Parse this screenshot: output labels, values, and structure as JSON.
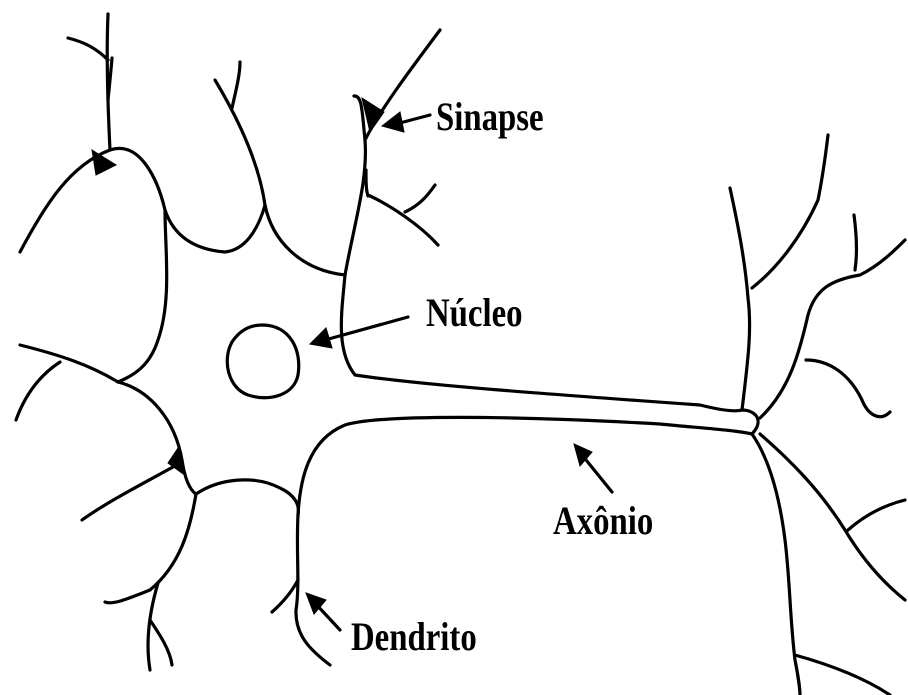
{
  "labels": {
    "sinapse": "Sinapse",
    "nucleo": "Núcleo",
    "axonio": "Axônio",
    "dendrito": "Dendrito"
  },
  "colors": {
    "line": "#000000",
    "background": "#ffffff"
  }
}
